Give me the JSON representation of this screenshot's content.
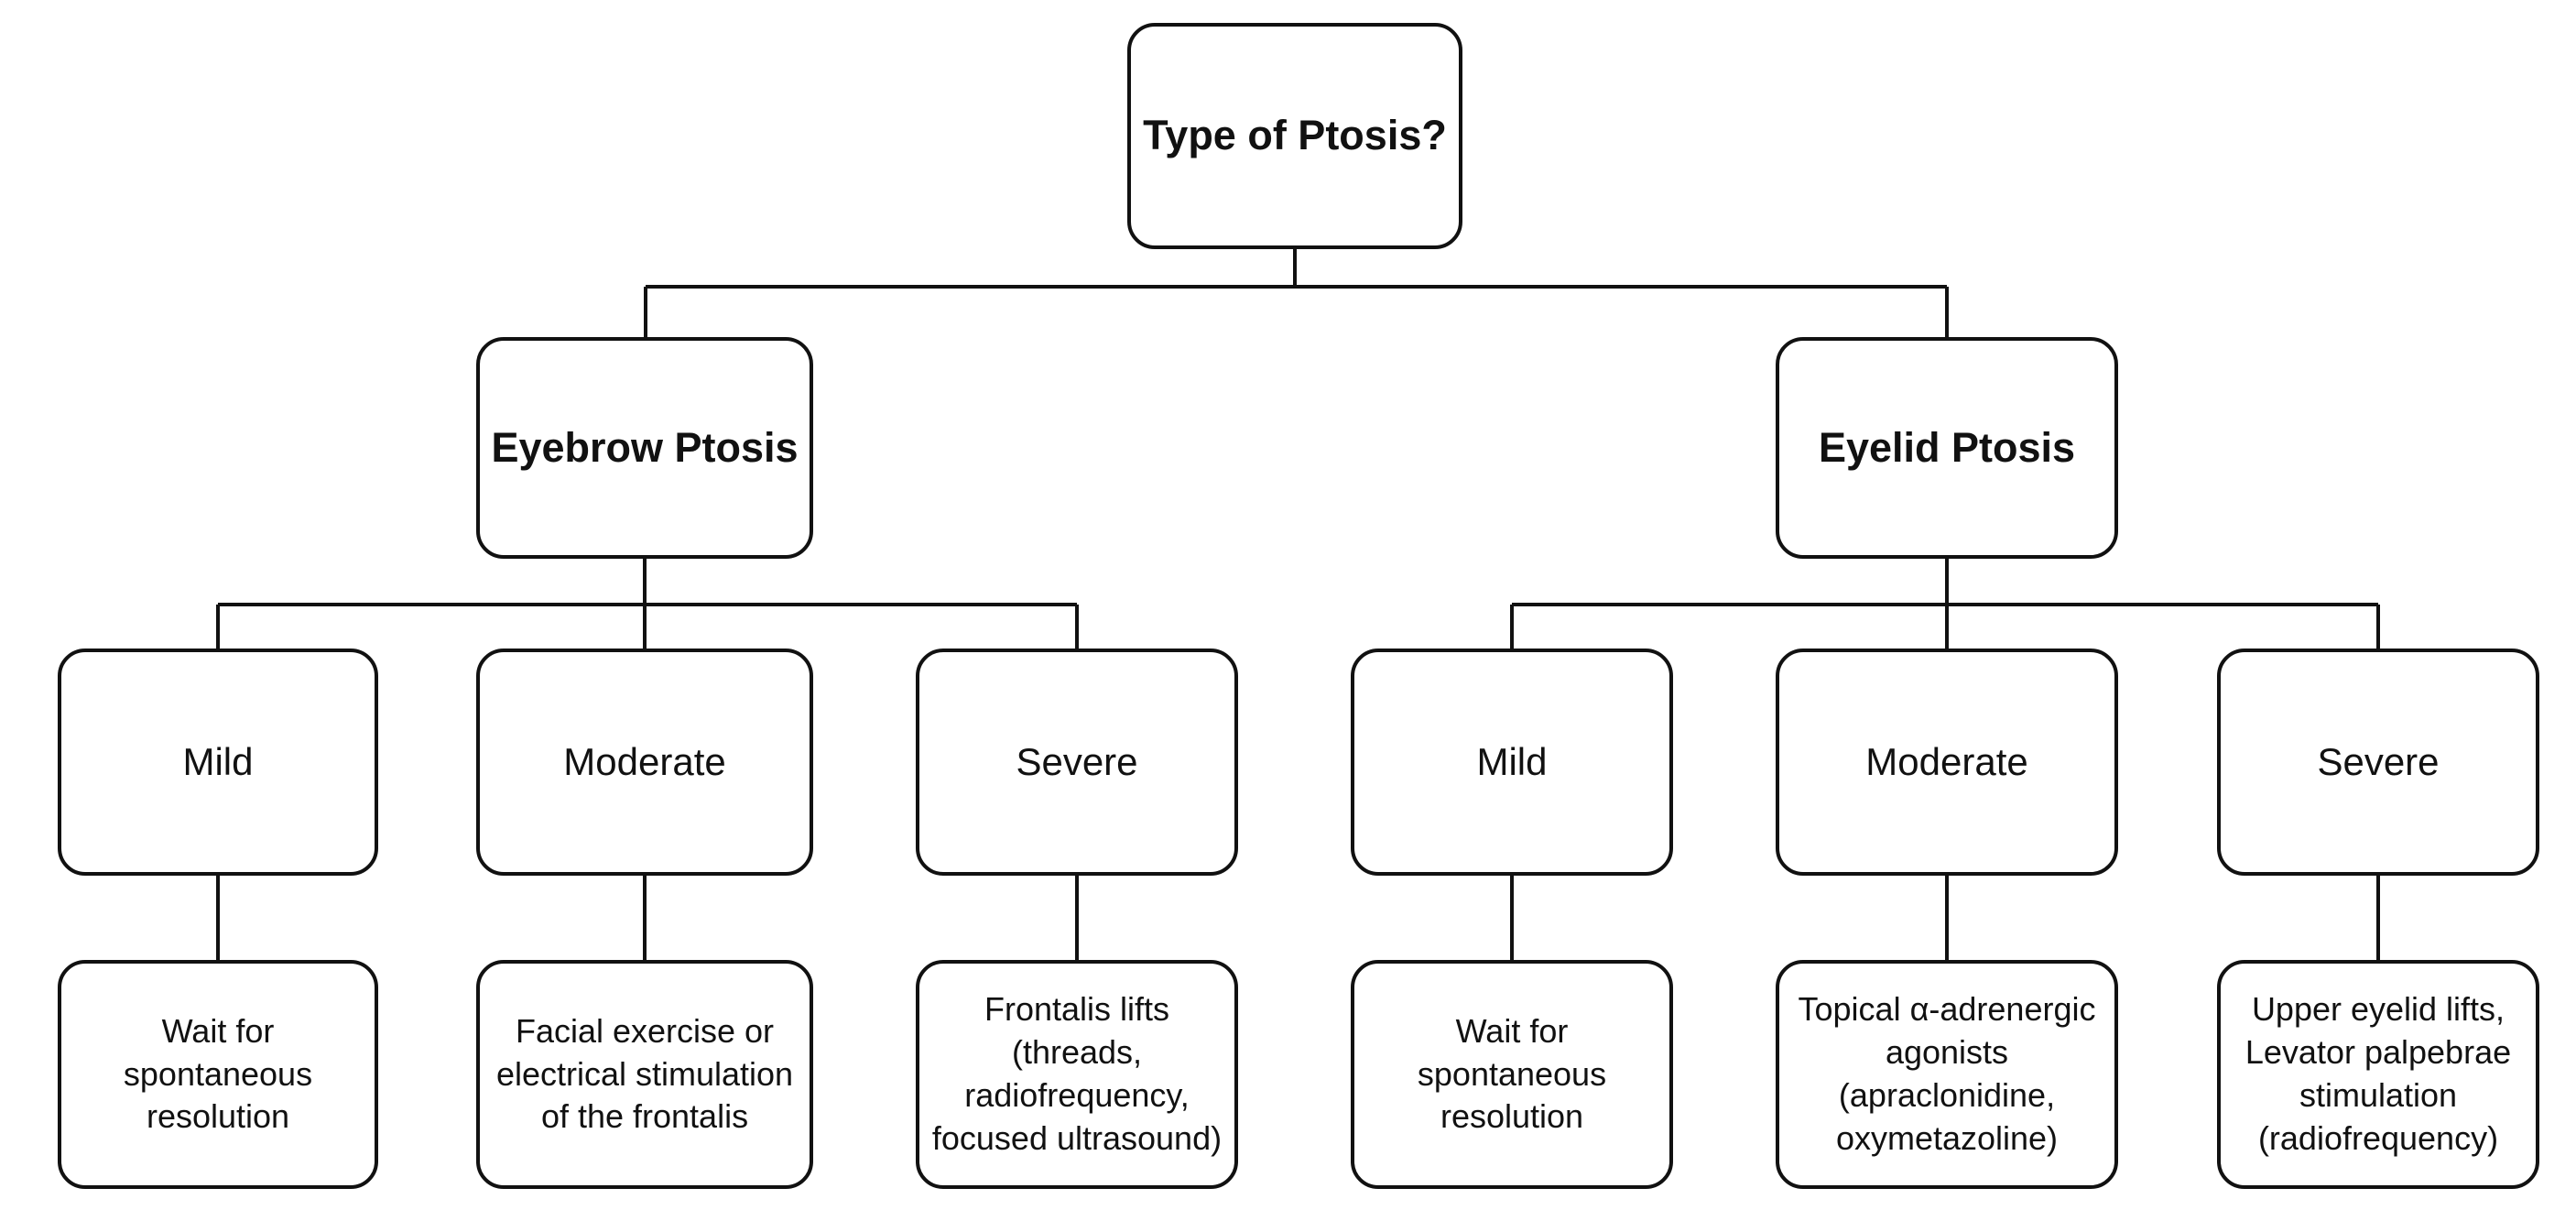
{
  "diagram": {
    "title": "Type of Ptosis decision flowchart",
    "root": {
      "label": "Type of Ptosis?"
    },
    "branches": [
      {
        "label": "Eyebrow Ptosis",
        "children": [
          {
            "severity": "Mild",
            "treatment": "Wait for spontaneous resolution"
          },
          {
            "severity": "Moderate",
            "treatment": "Facial exercise or electrical stimulation of the frontalis"
          },
          {
            "severity": "Severe",
            "treatment": "Frontalis lifts (threads, radiofrequency, focused ultrasound)"
          }
        ]
      },
      {
        "label": "Eyelid Ptosis",
        "children": [
          {
            "severity": "Mild",
            "treatment": "Wait for spontaneous resolution"
          },
          {
            "severity": "Moderate",
            "treatment": "Topical α-adrenergic agonists (apraclonidine, oxymetazoline)"
          },
          {
            "severity": "Severe",
            "treatment": "Upper eyelid lifts, Levator palpebrae stimulation (radiofrequency)"
          }
        ]
      }
    ],
    "colors": {
      "line": "#111111",
      "box_border": "#111111",
      "box_fill": "#ffffff",
      "background": "#ffffff"
    }
  }
}
